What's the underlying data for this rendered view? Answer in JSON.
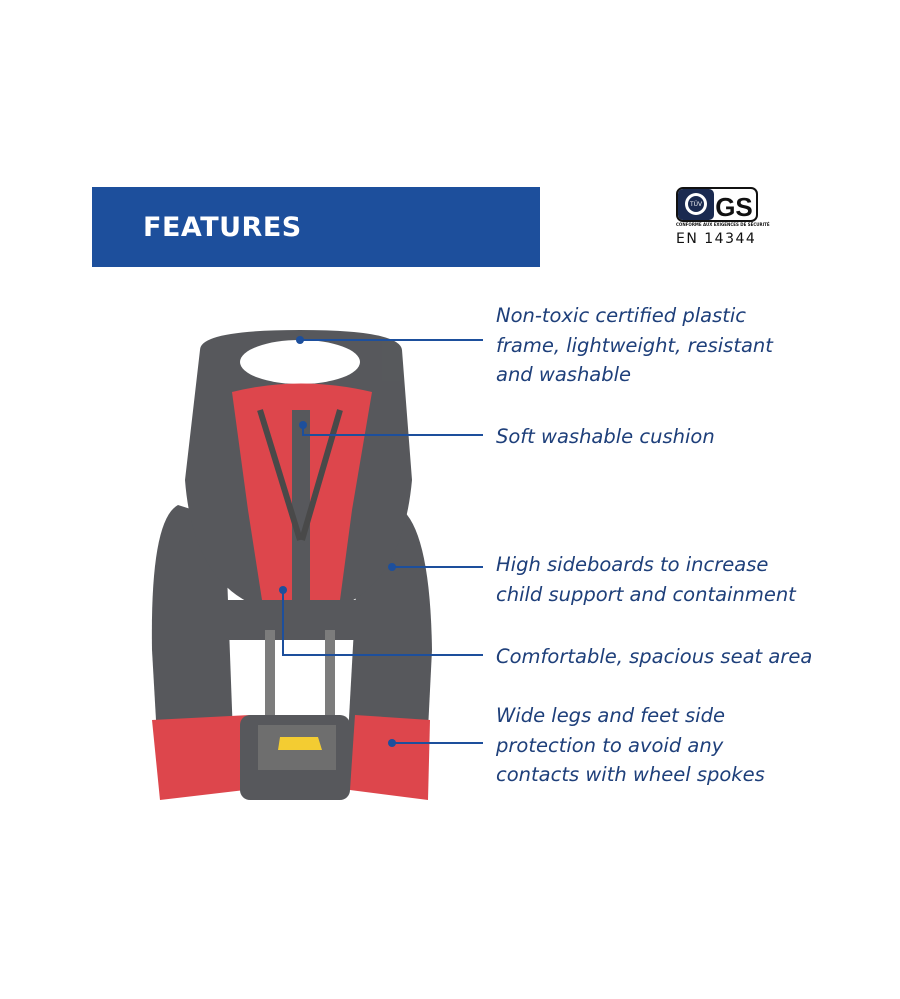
{
  "header": {
    "title": "FEATURES"
  },
  "certification": {
    "logos": [
      "TÜV",
      "GS"
    ],
    "subtitle": "CONFORME AUX EXIGENCES DE SÉCURITÉ",
    "standard": "EN 14344"
  },
  "features": [
    {
      "text": "Non-toxic certified plastic\nframe, lightweight, resistant\nand washable"
    },
    {
      "text": "Soft washable cushion"
    },
    {
      "text": "High sideboards to increase\nchild support and containment"
    },
    {
      "text": "Comfortable, spacious seat area"
    },
    {
      "text": "Wide legs and feet side\nprotection to avoid any\ncontacts with wheel spokes"
    }
  ],
  "colors": {
    "brand": "#1d4f9c",
    "text": "#1e3f7a",
    "frame": "#3a3c40",
    "cushion": "#d8262d"
  }
}
